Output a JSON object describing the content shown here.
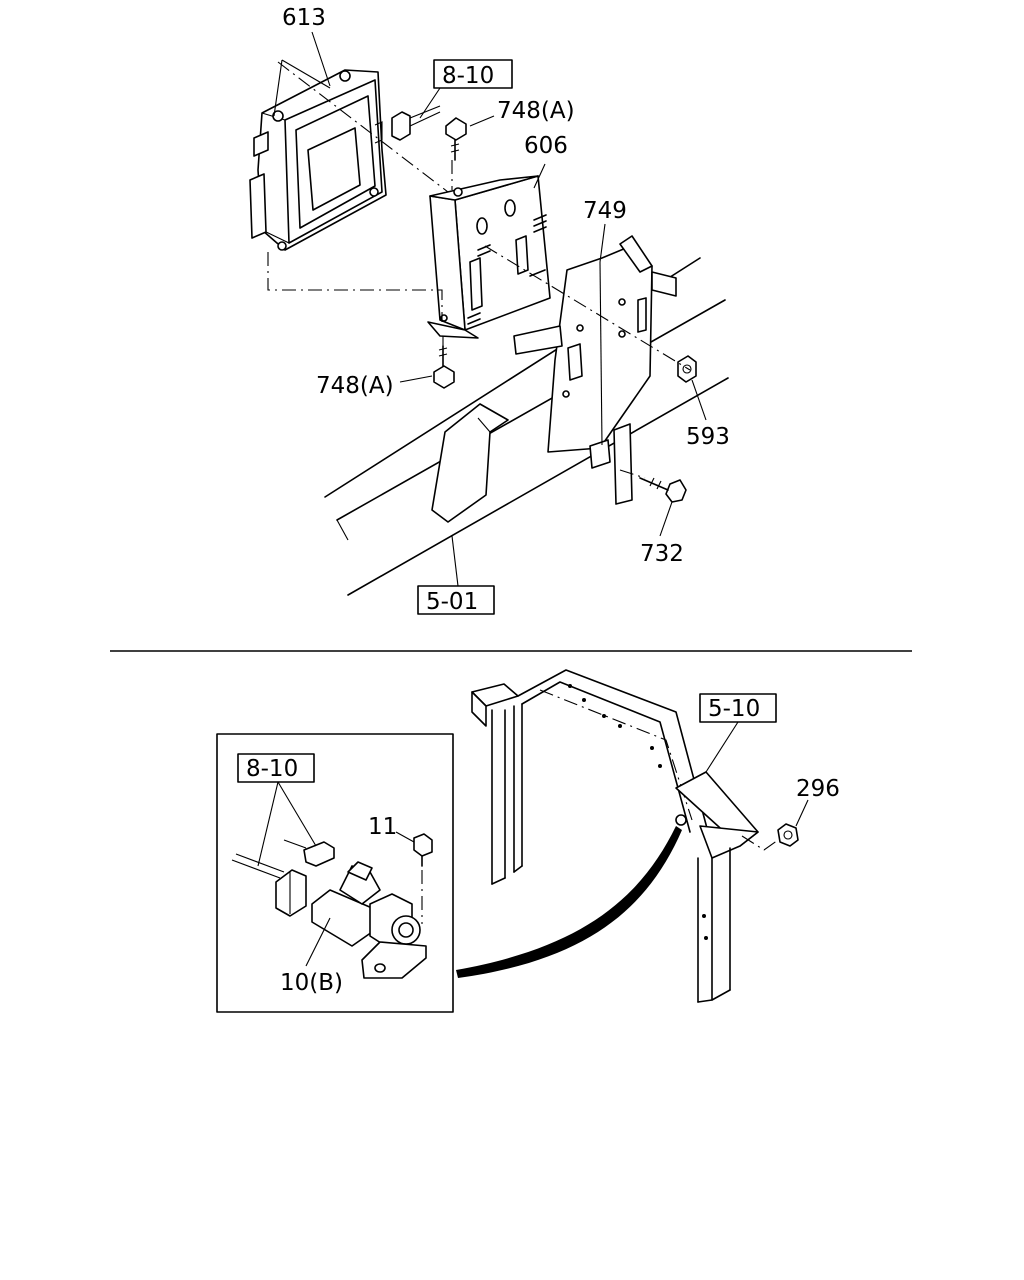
{
  "callouts": {
    "c613": "613",
    "c8_10_top": "8-10",
    "c748a_top": "748(A)",
    "c606": "606",
    "c749": "749",
    "c748a_bottom": "748(A)",
    "c593": "593",
    "c732": "732",
    "c5_01": "5-01",
    "c5_10": "5-10",
    "c296": "296",
    "c8_10_inset": "8-10",
    "c11": "11",
    "c10b": "10(B)"
  }
}
